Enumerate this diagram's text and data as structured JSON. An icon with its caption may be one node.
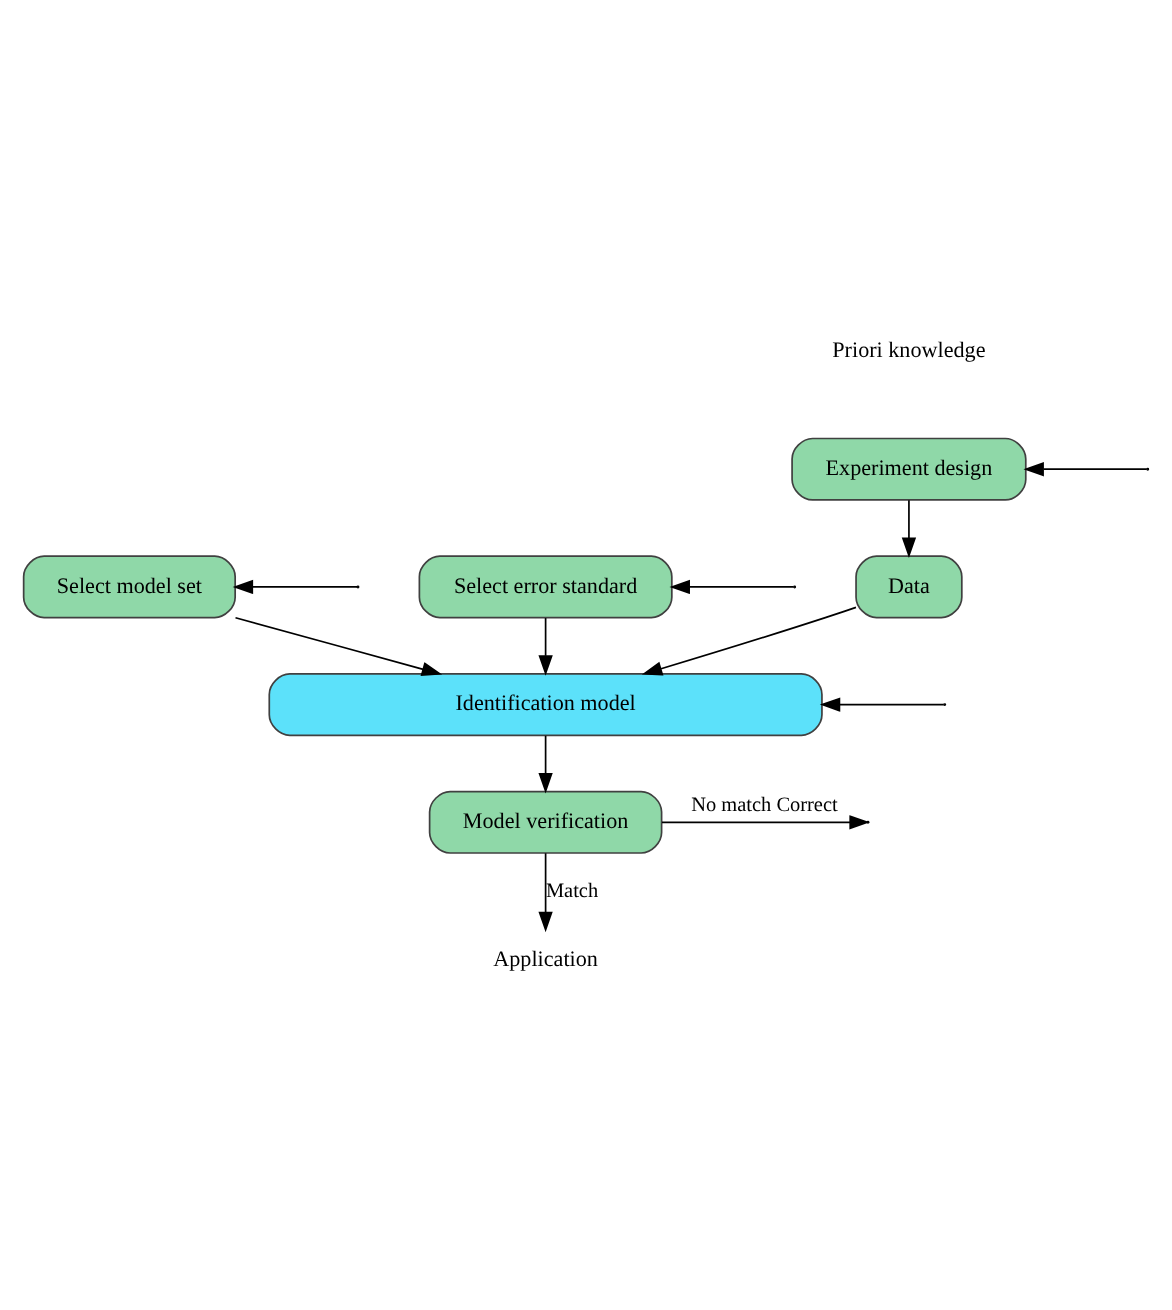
{
  "diagram": {
    "nodes": [
      {
        "text": [
          "Experiment design"
        ]
      },
      {
        "text": [
          "Data"
        ]
      },
      {
        "text": [
          "Select model set"
        ]
      },
      {
        "text": [
          "Select error standard"
        ]
      },
      {
        "text": [
          "Identification model"
        ]
      },
      {
        "text": [
          "Model verification"
        ]
      },
      {
        "text": [
          "Application"
        ]
      }
    ],
    "edges": [
      {
        "from": null,
        "to": 0,
        "arrow": "to"
      },
      {
        "from": 0,
        "to": 1,
        "arrow": "to"
      },
      {
        "from": null,
        "to": 2,
        "arrow": "to"
      },
      {
        "from": null,
        "to": 3,
        "arrow": "to"
      },
      {
        "from": 1,
        "to": 4,
        "arrow": "to"
      },
      {
        "from": 2,
        "to": 4,
        "arrow": "to"
      },
      {
        "from": 3,
        "to": 4,
        "arrow": "to"
      },
      {
        "from": null,
        "to": 4,
        "arrow": "to"
      },
      {
        "from": 4,
        "to": 5,
        "arrow": "to"
      },
      {
        "from": 5,
        "to": 6,
        "arrow": "to",
        "label": "Match"
      },
      {
        "from": 5,
        "to": null,
        "arrow": "to",
        "label": "No match Correct"
      }
    ],
    "labels": [
      "Priori knowledge"
    ]
  }
}
